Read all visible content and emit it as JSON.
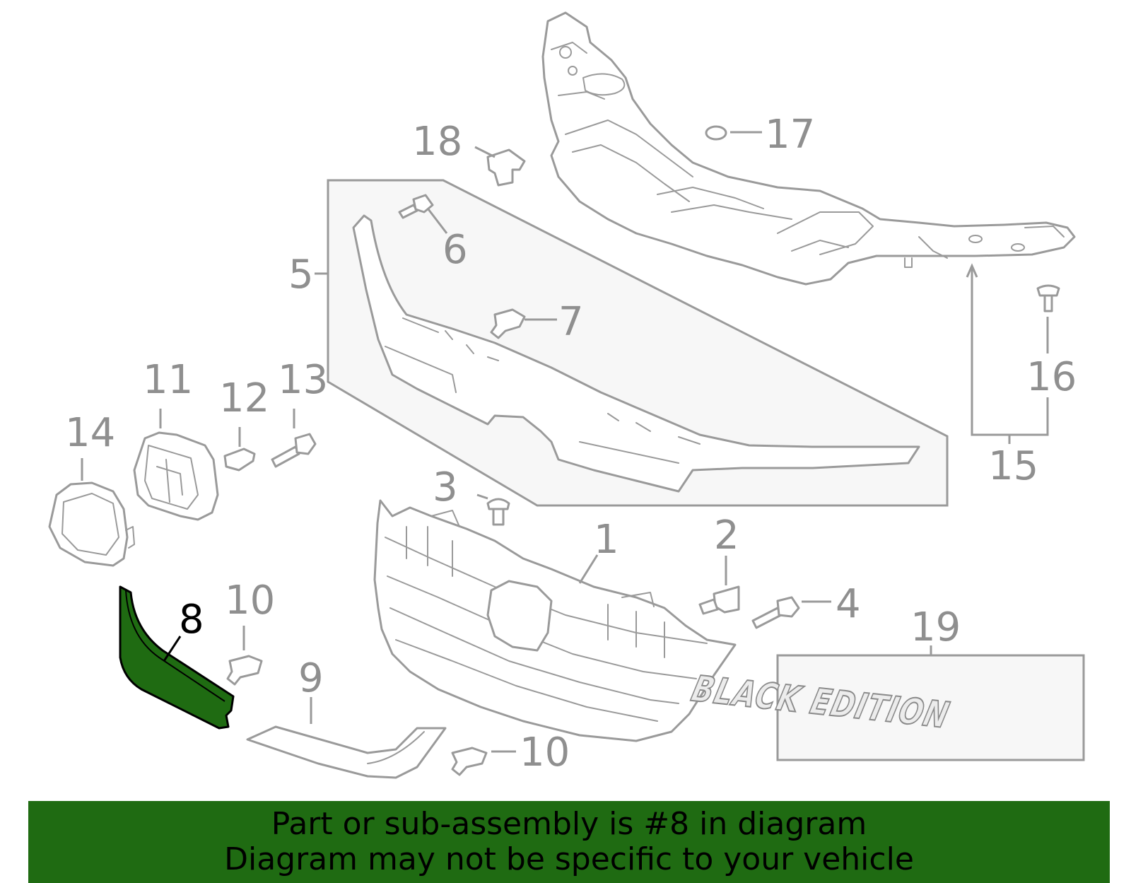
{
  "diagram": {
    "highlighted_part": "8",
    "callouts": {
      "c1": "1",
      "c2": "2",
      "c3": "3",
      "c4": "4",
      "c5": "5",
      "c6": "6",
      "c7": "7",
      "c8": "8",
      "c9": "9",
      "c10a": "10",
      "c10b": "10",
      "c11": "11",
      "c12": "12",
      "c13": "13",
      "c14": "14",
      "c15": "15",
      "c16": "16",
      "c17": "17",
      "c18": "18",
      "c19": "19"
    },
    "emblem_text": "BLACK EDITION",
    "colors": {
      "highlight_fill": "#1f6b12",
      "line_gray": "#9a9a9a",
      "box_fill": "#f7f7f7",
      "banner_bg": "#1f6b12"
    }
  },
  "banner": {
    "line1": "Part or sub-assembly is #8 in diagram",
    "line2": "Diagram may not be specific to your vehicle"
  }
}
